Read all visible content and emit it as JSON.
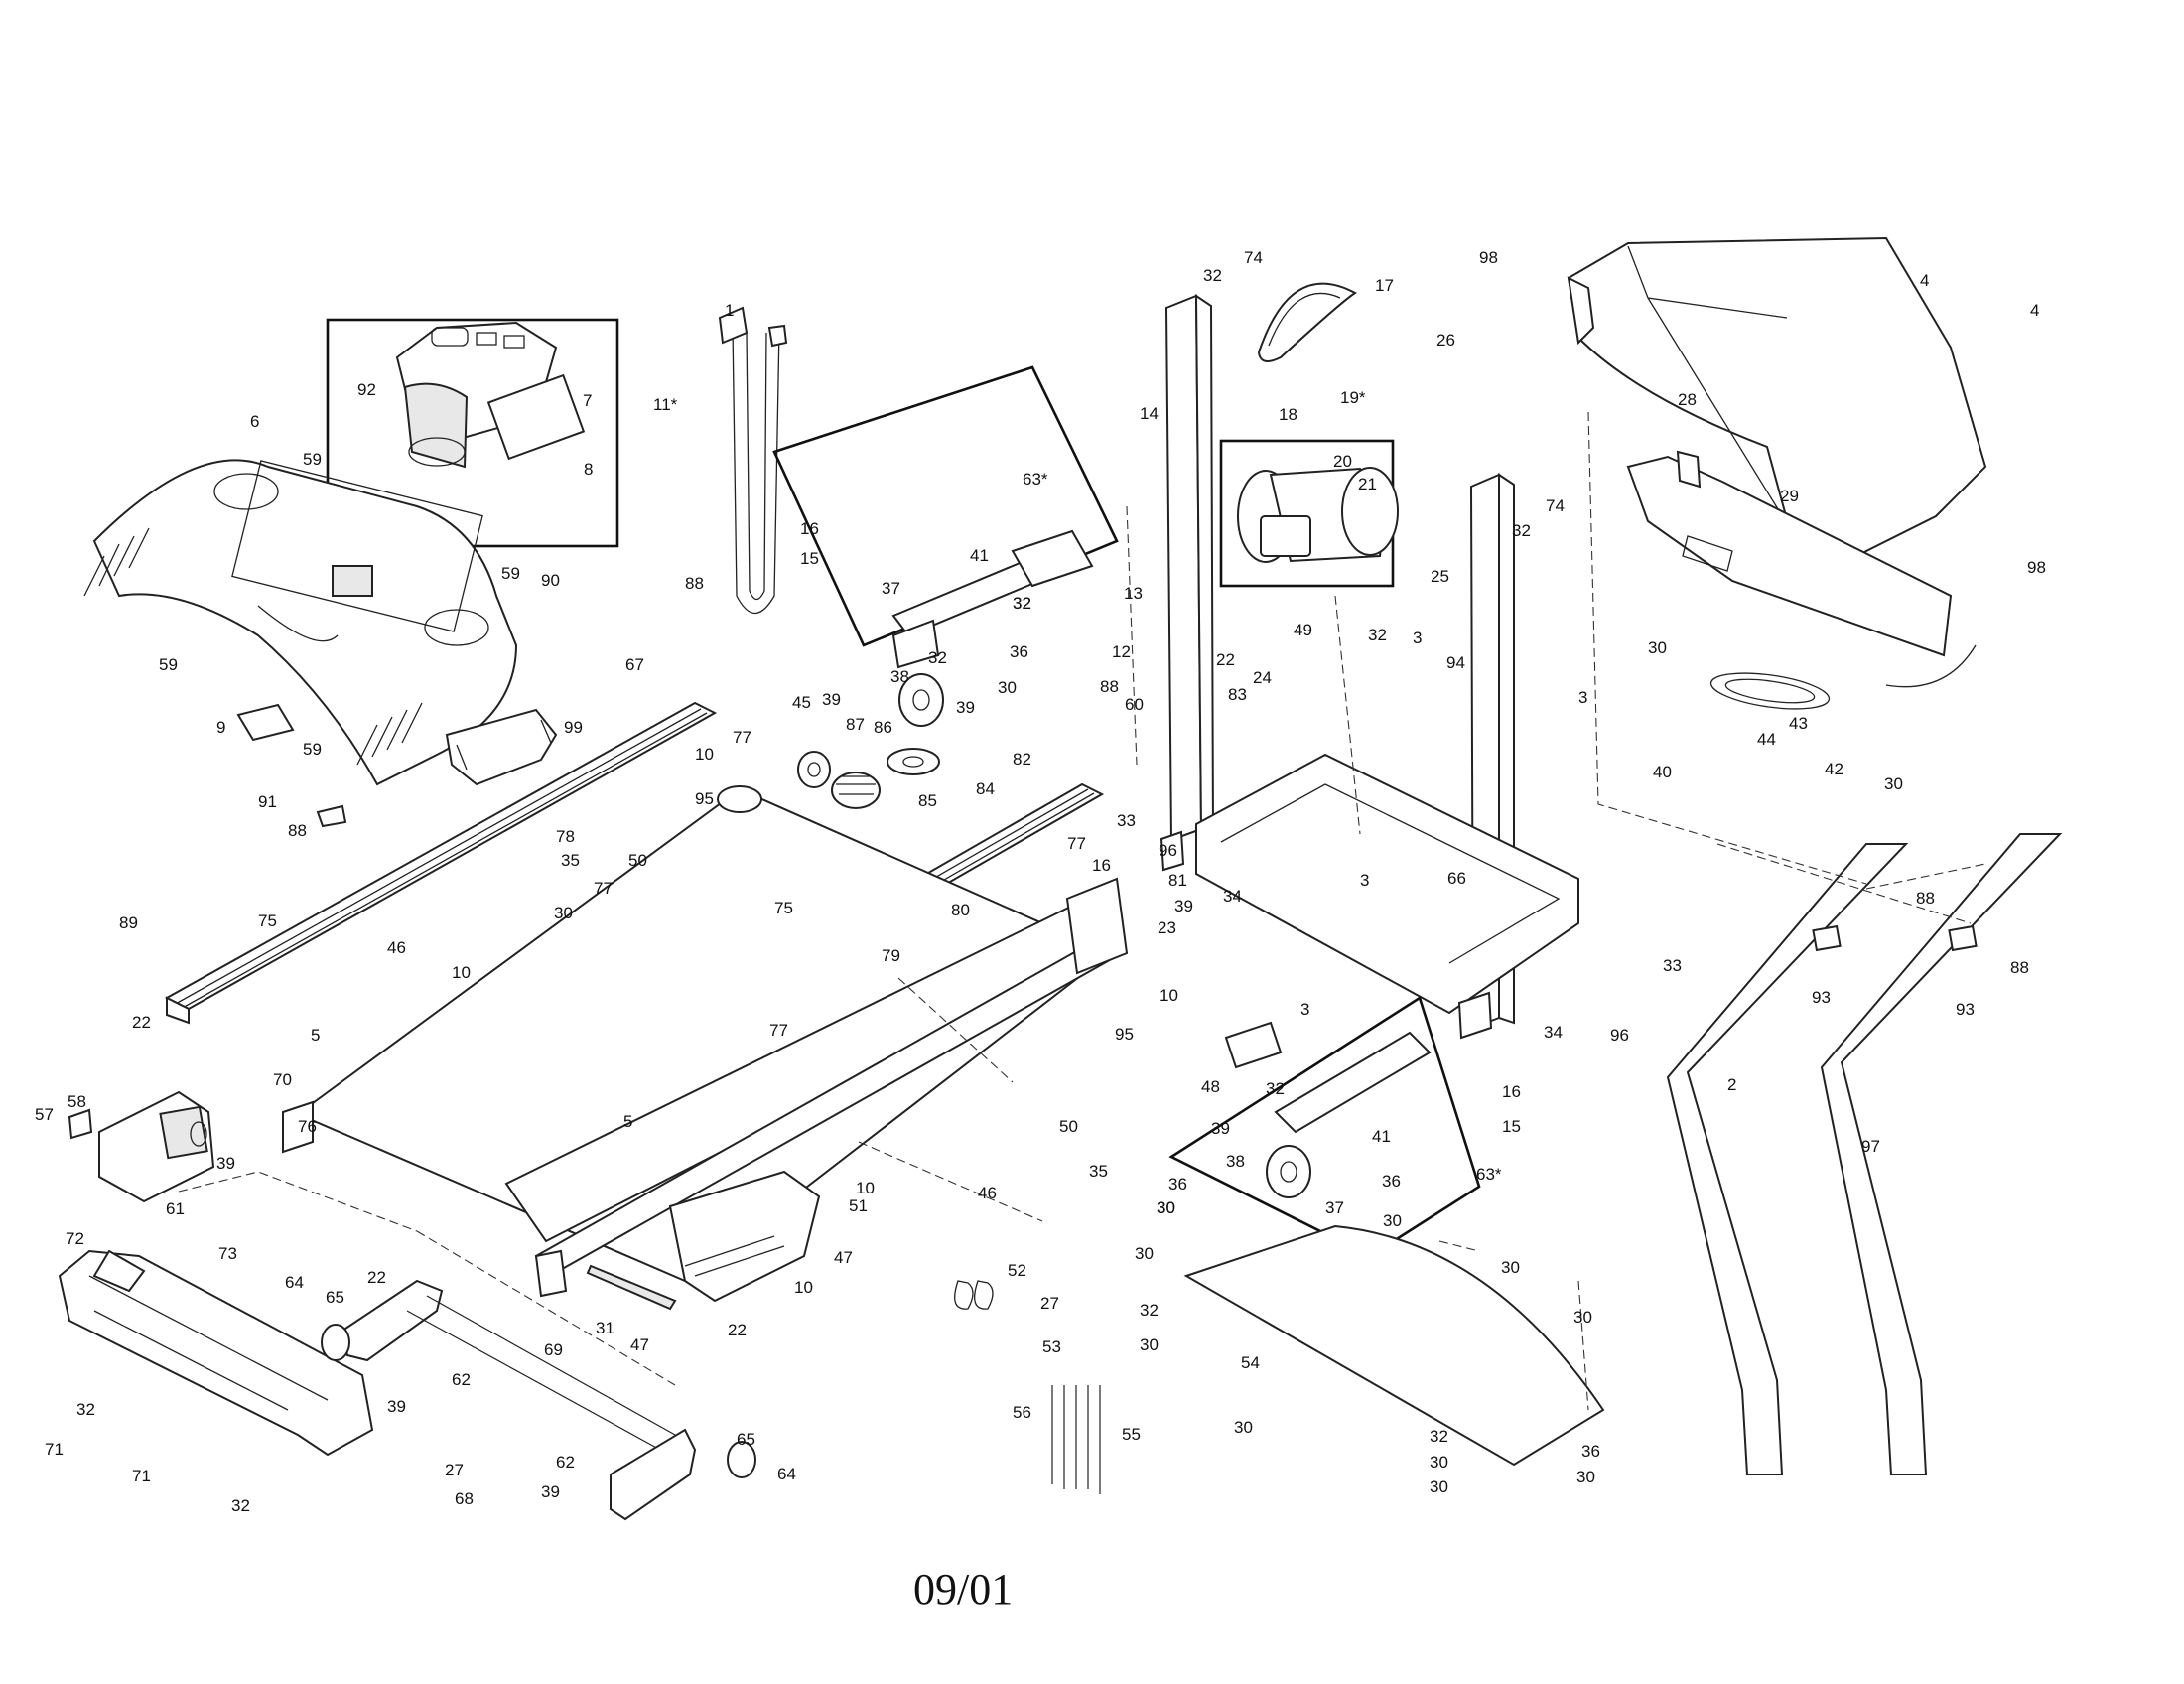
{
  "revision_date": "09/01",
  "callouts": [
    {
      "id": "c1",
      "text": "1"
    },
    {
      "id": "c2",
      "text": "2"
    },
    {
      "id": "c3a",
      "text": "3"
    },
    {
      "id": "c3b",
      "text": "3"
    },
    {
      "id": "c3c",
      "text": "3"
    },
    {
      "id": "c3d",
      "text": "3"
    },
    {
      "id": "c4a",
      "text": "4"
    },
    {
      "id": "c4b",
      "text": "4"
    },
    {
      "id": "c5a",
      "text": "5"
    },
    {
      "id": "c5b",
      "text": "5"
    },
    {
      "id": "c6",
      "text": "6"
    },
    {
      "id": "c7",
      "text": "7"
    },
    {
      "id": "c8",
      "text": "8"
    },
    {
      "id": "c9",
      "text": "9"
    },
    {
      "id": "c10a",
      "text": "10"
    },
    {
      "id": "c10b",
      "text": "10"
    },
    {
      "id": "c10c",
      "text": "10"
    },
    {
      "id": "c10d",
      "text": "10"
    },
    {
      "id": "c10e",
      "text": "10"
    },
    {
      "id": "c11",
      "text": "11*"
    },
    {
      "id": "c12",
      "text": "12"
    },
    {
      "id": "c13",
      "text": "13"
    },
    {
      "id": "c14",
      "text": "14"
    },
    {
      "id": "c15a",
      "text": "15"
    },
    {
      "id": "c15b",
      "text": "15"
    },
    {
      "id": "c16a",
      "text": "16"
    },
    {
      "id": "c16b",
      "text": "16"
    },
    {
      "id": "c16c",
      "text": "16"
    },
    {
      "id": "c17",
      "text": "17"
    },
    {
      "id": "c18",
      "text": "18"
    },
    {
      "id": "c19",
      "text": "19*"
    },
    {
      "id": "c20",
      "text": "20"
    },
    {
      "id": "c21",
      "text": "21"
    },
    {
      "id": "c22a",
      "text": "22"
    },
    {
      "id": "c22b",
      "text": "22"
    },
    {
      "id": "c22c",
      "text": "22"
    },
    {
      "id": "c22d",
      "text": "22"
    },
    {
      "id": "c23",
      "text": "23"
    },
    {
      "id": "c24",
      "text": "24"
    },
    {
      "id": "c25",
      "text": "25"
    },
    {
      "id": "c26",
      "text": "26"
    },
    {
      "id": "c27a",
      "text": "27"
    },
    {
      "id": "c27b",
      "text": "27"
    },
    {
      "id": "c28",
      "text": "28"
    },
    {
      "id": "c29",
      "text": "29"
    },
    {
      "id": "c30a",
      "text": "30"
    },
    {
      "id": "c30b",
      "text": "30"
    },
    {
      "id": "c30c",
      "text": "30"
    },
    {
      "id": "c30d",
      "text": "30"
    },
    {
      "id": "c30e",
      "text": "30"
    },
    {
      "id": "c30f",
      "text": "30"
    },
    {
      "id": "c30g",
      "text": "30"
    },
    {
      "id": "c30h",
      "text": "30"
    },
    {
      "id": "c30i",
      "text": "30"
    },
    {
      "id": "c30j",
      "text": "30"
    },
    {
      "id": "c30k",
      "text": "30"
    },
    {
      "id": "c30l",
      "text": "30"
    },
    {
      "id": "c30m",
      "text": "30"
    },
    {
      "id": "c30n",
      "text": "30"
    },
    {
      "id": "c30o",
      "text": "30"
    },
    {
      "id": "c31",
      "text": "31"
    },
    {
      "id": "c32a",
      "text": "32"
    },
    {
      "id": "c32b",
      "text": "32"
    },
    {
      "id": "c32c",
      "text": "32"
    },
    {
      "id": "c32d",
      "text": "32"
    },
    {
      "id": "c32e",
      "text": "32"
    },
    {
      "id": "c32f",
      "text": "32"
    },
    {
      "id": "c32g",
      "text": "32"
    },
    {
      "id": "c32h",
      "text": "32"
    },
    {
      "id": "c32i",
      "text": "32"
    },
    {
      "id": "c32j",
      "text": "32"
    },
    {
      "id": "c32k",
      "text": "32"
    },
    {
      "id": "c33a",
      "text": "33"
    },
    {
      "id": "c33b",
      "text": "33"
    },
    {
      "id": "c34a",
      "text": "34"
    },
    {
      "id": "c34b",
      "text": "34"
    },
    {
      "id": "c35a",
      "text": "35"
    },
    {
      "id": "c35b",
      "text": "35"
    },
    {
      "id": "c36a",
      "text": "36"
    },
    {
      "id": "c36b",
      "text": "36"
    },
    {
      "id": "c36c",
      "text": "36"
    },
    {
      "id": "c36d",
      "text": "36"
    },
    {
      "id": "c37a",
      "text": "37"
    },
    {
      "id": "c37b",
      "text": "37"
    },
    {
      "id": "c38a",
      "text": "38"
    },
    {
      "id": "c38b",
      "text": "38"
    },
    {
      "id": "c39a",
      "text": "39"
    },
    {
      "id": "c39b",
      "text": "39"
    },
    {
      "id": "c39c",
      "text": "39"
    },
    {
      "id": "c39d",
      "text": "39"
    },
    {
      "id": "c39e",
      "text": "39"
    },
    {
      "id": "c39f",
      "text": "39"
    },
    {
      "id": "c39g",
      "text": "39"
    },
    {
      "id": "c40",
      "text": "40"
    },
    {
      "id": "c41a",
      "text": "41"
    },
    {
      "id": "c41b",
      "text": "41"
    },
    {
      "id": "c42",
      "text": "42"
    },
    {
      "id": "c43",
      "text": "43"
    },
    {
      "id": "c44",
      "text": "44"
    },
    {
      "id": "c45",
      "text": "45"
    },
    {
      "id": "c46a",
      "text": "46"
    },
    {
      "id": "c46b",
      "text": "46"
    },
    {
      "id": "c47a",
      "text": "47"
    },
    {
      "id": "c47b",
      "text": "47"
    },
    {
      "id": "c48",
      "text": "48"
    },
    {
      "id": "c49",
      "text": "49"
    },
    {
      "id": "c50a",
      "text": "50"
    },
    {
      "id": "c50b",
      "text": "50"
    },
    {
      "id": "c51",
      "text": "51"
    },
    {
      "id": "c52",
      "text": "52"
    },
    {
      "id": "c53",
      "text": "53"
    },
    {
      "id": "c54",
      "text": "54"
    },
    {
      "id": "c55",
      "text": "55"
    },
    {
      "id": "c56",
      "text": "56"
    },
    {
      "id": "c57",
      "text": "57"
    },
    {
      "id": "c58",
      "text": "58"
    },
    {
      "id": "c59a",
      "text": "59"
    },
    {
      "id": "c59b",
      "text": "59"
    },
    {
      "id": "c59c",
      "text": "59"
    },
    {
      "id": "c59d",
      "text": "59"
    },
    {
      "id": "c60",
      "text": "60"
    },
    {
      "id": "c61",
      "text": "61"
    },
    {
      "id": "c62a",
      "text": "62"
    },
    {
      "id": "c62b",
      "text": "62"
    },
    {
      "id": "c63a",
      "text": "63*"
    },
    {
      "id": "c63b",
      "text": "63*"
    },
    {
      "id": "c64a",
      "text": "64"
    },
    {
      "id": "c64b",
      "text": "64"
    },
    {
      "id": "c65a",
      "text": "65"
    },
    {
      "id": "c65b",
      "text": "65"
    },
    {
      "id": "c66",
      "text": "66"
    },
    {
      "id": "c67",
      "text": "67"
    },
    {
      "id": "c68",
      "text": "68"
    },
    {
      "id": "c69",
      "text": "69"
    },
    {
      "id": "c70",
      "text": "70"
    },
    {
      "id": "c71a",
      "text": "71"
    },
    {
      "id": "c71b",
      "text": "71"
    },
    {
      "id": "c72",
      "text": "72"
    },
    {
      "id": "c73",
      "text": "73"
    },
    {
      "id": "c74a",
      "text": "74"
    },
    {
      "id": "c74b",
      "text": "74"
    },
    {
      "id": "c75a",
      "text": "75"
    },
    {
      "id": "c75b",
      "text": "75"
    },
    {
      "id": "c76",
      "text": "76"
    },
    {
      "id": "c77a",
      "text": "77"
    },
    {
      "id": "c77b",
      "text": "77"
    },
    {
      "id": "c77c",
      "text": "77"
    },
    {
      "id": "c77d",
      "text": "77"
    },
    {
      "id": "c78",
      "text": "78"
    },
    {
      "id": "c79",
      "text": "79"
    },
    {
      "id": "c80",
      "text": "80"
    },
    {
      "id": "c81",
      "text": "81"
    },
    {
      "id": "c82",
      "text": "82"
    },
    {
      "id": "c83",
      "text": "83"
    },
    {
      "id": "c84",
      "text": "84"
    },
    {
      "id": "c85",
      "text": "85"
    },
    {
      "id": "c86",
      "text": "86"
    },
    {
      "id": "c87",
      "text": "87"
    },
    {
      "id": "c88a",
      "text": "88"
    },
    {
      "id": "c88b",
      "text": "88"
    },
    {
      "id": "c88c",
      "text": "88"
    },
    {
      "id": "c88d",
      "text": "88"
    },
    {
      "id": "c88e",
      "text": "88"
    },
    {
      "id": "c89",
      "text": "89"
    },
    {
      "id": "c90",
      "text": "90"
    },
    {
      "id": "c91",
      "text": "91"
    },
    {
      "id": "c92",
      "text": "92"
    },
    {
      "id": "c93a",
      "text": "93"
    },
    {
      "id": "c93b",
      "text": "93"
    },
    {
      "id": "c94",
      "text": "94"
    },
    {
      "id": "c95a",
      "text": "95"
    },
    {
      "id": "c95b",
      "text": "95"
    },
    {
      "id": "c96a",
      "text": "96"
    },
    {
      "id": "c96b",
      "text": "96"
    },
    {
      "id": "c97",
      "text": "97"
    },
    {
      "id": "c98a",
      "text": "98"
    },
    {
      "id": "c98b",
      "text": "98"
    },
    {
      "id": "c99",
      "text": "99"
    }
  ]
}
